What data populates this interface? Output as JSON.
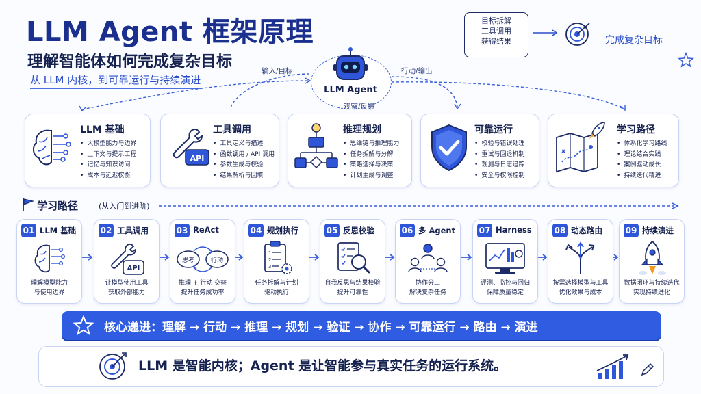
{
  "title": "LLM Agent 框架原理",
  "subtitle": "理解智能体如何完成复杂目标",
  "tagline": "从 LLM 内核，到可靠运行与持续演进",
  "note": {
    "lines": [
      "目标拆解",
      "工具调用",
      "获得结果"
    ]
  },
  "goal_label": "完成复杂目标",
  "agent_label": "LLM Agent",
  "flow_labels": {
    "input": "输入/目标",
    "action": "行动/输出",
    "feedback": "观察/反馈"
  },
  "cards": [
    {
      "title": "LLM 基础",
      "icon": "brain-icon",
      "items": [
        "大模型能力与边界",
        "上下文与提示工程",
        "记忆与知识访问",
        "成本与延迟权衡"
      ]
    },
    {
      "title": "工具调用",
      "icon": "wrench-api-icon",
      "icon_text": "API",
      "items": [
        "工具定义与描述",
        "函数调用 / API 调用",
        "参数生成与校验",
        "结果解析与回填"
      ]
    },
    {
      "title": "推理规划",
      "icon": "flowchart-icon",
      "items": [
        "思维链与推理能力",
        "任务拆解与分解",
        "策略选择与决策",
        "计划生成与调整"
      ]
    },
    {
      "title": "可靠运行",
      "icon": "shield-check-icon",
      "items": [
        "校验与错误处理",
        "重试与回退机制",
        "观测与日志追踪",
        "安全与权限控制"
      ]
    },
    {
      "title": "学习路径",
      "icon": "map-rocket-icon",
      "items": [
        "体系化学习路线",
        "理论结合实践",
        "案例驱动成长",
        "持续迭代精进"
      ]
    }
  ],
  "path_title": "学习路径",
  "path_sub": "(从入门到进阶)",
  "steps": [
    {
      "num": "01",
      "name": "LLM 基础",
      "icon": "brain-icon",
      "desc": [
        "理解模型能力",
        "与使用边界"
      ]
    },
    {
      "num": "02",
      "name": "工具调用",
      "icon": "wrench-api-icon",
      "icon_text": "API",
      "desc": [
        "让模型使用工具",
        "获取外部能力"
      ]
    },
    {
      "num": "03",
      "name": "ReAct",
      "icon": "think-act-cycle-icon",
      "icon_texts": [
        "思考",
        "行动"
      ],
      "desc": [
        "推理 + 行动 交替",
        "提升任务成功率"
      ]
    },
    {
      "num": "04",
      "name": "规划执行",
      "icon": "checklist-gear-icon",
      "icon_texts": [
        "1",
        "2",
        "3"
      ],
      "desc": [
        "任务拆解与计划",
        "驱动执行"
      ]
    },
    {
      "num": "05",
      "name": "反思校验",
      "icon": "checklist-magnifier-icon",
      "desc": [
        "自我反思与结果校验",
        "提升可靠性"
      ]
    },
    {
      "num": "06",
      "name": "多 Agent",
      "icon": "team-icon",
      "desc": [
        "协作分工",
        "解决复杂任务"
      ]
    },
    {
      "num": "07",
      "name": "Harness",
      "icon": "dashboard-icon",
      "desc": [
        "评测、监控与回归",
        "保障质量稳定"
      ]
    },
    {
      "num": "08",
      "name": "动态路由",
      "icon": "route-arrows-icon",
      "desc": [
        "按需选择模型与工具",
        "优化效果与成本"
      ]
    },
    {
      "num": "09",
      "name": "持续演进",
      "icon": "rocket-icon",
      "desc": [
        "数据闭环与持续迭代",
        "实现持续进化"
      ]
    }
  ],
  "banner_text": "核心递进：理解 → 行动 → 推理 → 规划 → 验证 → 协作 → 可靠运行 → 路由 → 演进",
  "bottom_text": "LLM 是智能内核；Agent 是让智能参与真实任务的运行系统。",
  "colors": {
    "primary": "#2f56d8",
    "dark": "#15214f",
    "border": "#c9d4f4",
    "accent_orange": "#f39a1e"
  }
}
